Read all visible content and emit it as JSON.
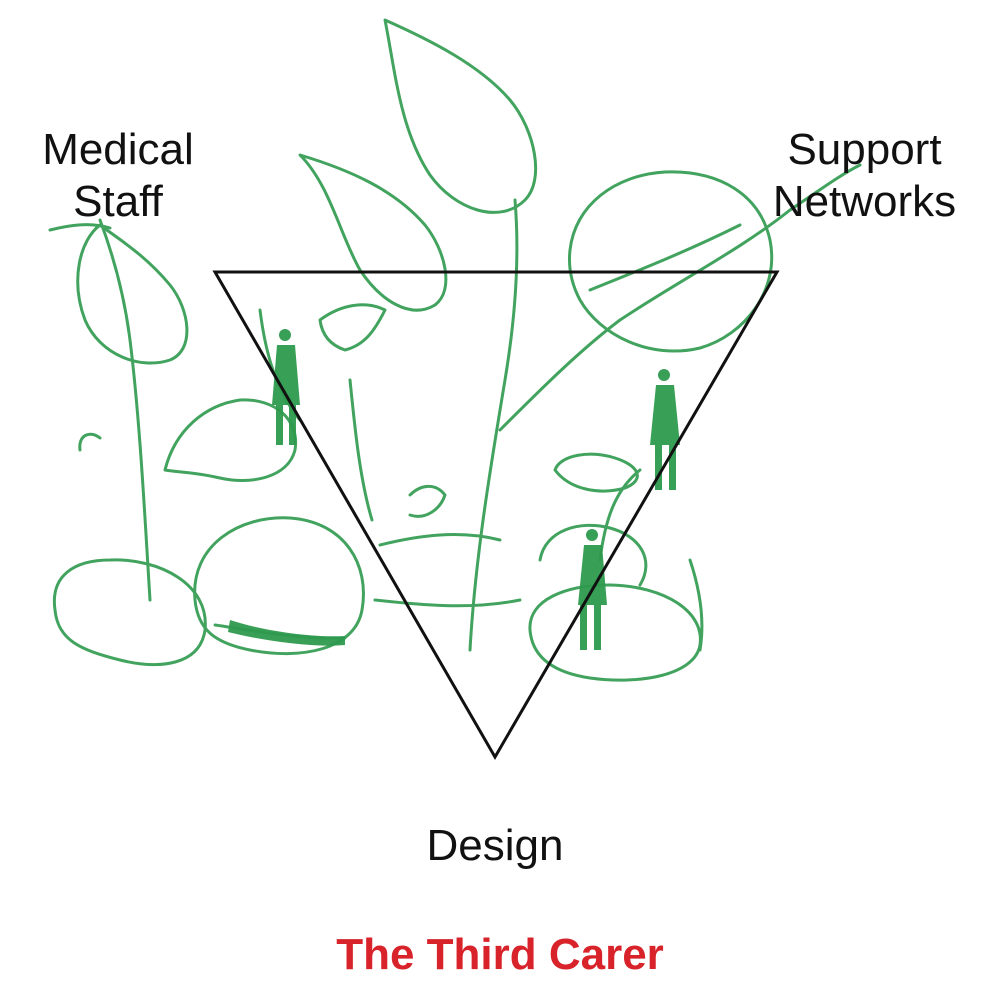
{
  "diagram": {
    "labels": {
      "medical_staff": [
        "Medical",
        "Staff"
      ],
      "support_networks": [
        "Support",
        "Networks"
      ],
      "design": "Design"
    },
    "caption": "The Third Carer"
  },
  "colors": {
    "sketch_green": "#2e9a4e",
    "triangle_stroke": "#111111",
    "caption_red": "#d8232a",
    "label_text": "#111111",
    "background": "#ffffff"
  },
  "icons": {
    "illustration": "plant-leaves-sketch",
    "figures": "person-silhouette-icon"
  }
}
